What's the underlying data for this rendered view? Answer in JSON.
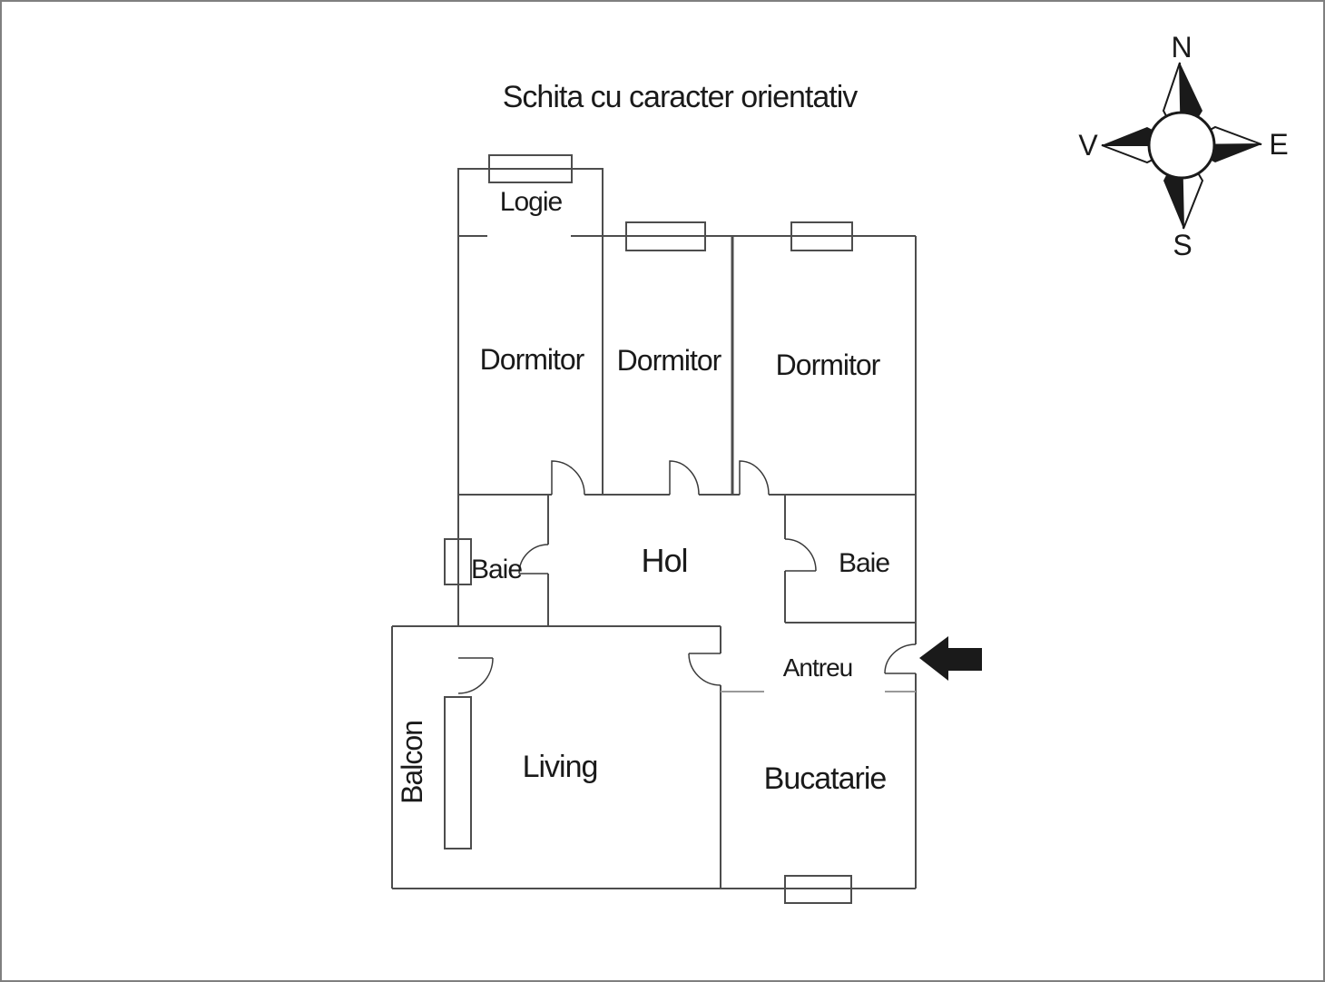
{
  "title": "Schita cu caracter orientativ",
  "compass": {
    "north": "N",
    "east": "E",
    "south": "S",
    "west": "V"
  },
  "rooms": {
    "logie": "Logie",
    "dormitor1": "Dormitor",
    "dormitor2": "Dormitor",
    "dormitor3": "Dormitor",
    "baie_left": "Baie",
    "hol": "Hol",
    "baie_right": "Baie",
    "antreu": "Antreu",
    "balcon": "Balcon",
    "living": "Living",
    "bucatarie": "Bucatarie"
  },
  "colors": {
    "wall": "#4d4d4d",
    "light_wall": "#999999",
    "door": "#3a3a3a",
    "text": "#1a1a1a",
    "arrow": "#1a1a1a",
    "frame": "#7f7f7f"
  }
}
